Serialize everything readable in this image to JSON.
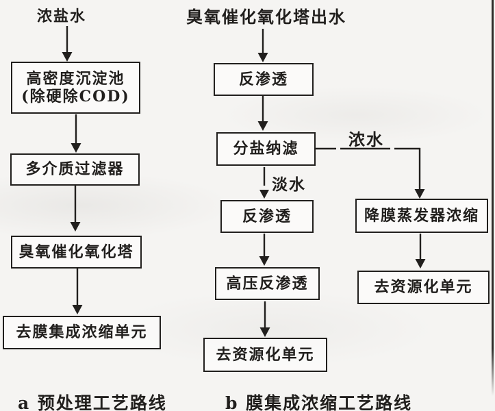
{
  "colors": {
    "background": "#f5f4f2",
    "ink": "#211f1d"
  },
  "flow_a": {
    "source": "浓盐水",
    "steps": {
      "step1_line1": "高密度沉淀池",
      "step1_line2": "(除硬除COD)",
      "step2": "多介质过滤器",
      "step3": "臭氧催化氧化塔",
      "step4": "去膜集成浓缩单元"
    },
    "caption": "a 预处理工艺路线"
  },
  "flow_b": {
    "source": "臭氧催化氧化塔出水",
    "steps": {
      "ro1": "反渗透",
      "nf": "分盐纳滤",
      "ro2": "反渗透",
      "hpro": "高压反渗透",
      "resource_main": "去资源化单元",
      "evaporator": "降膜蒸发器浓缩",
      "resource_branch": "去资源化单元"
    },
    "streams": {
      "permeate": "淡水",
      "concentrate": "浓水"
    },
    "caption": "b 膜集成浓缩工艺路线"
  }
}
